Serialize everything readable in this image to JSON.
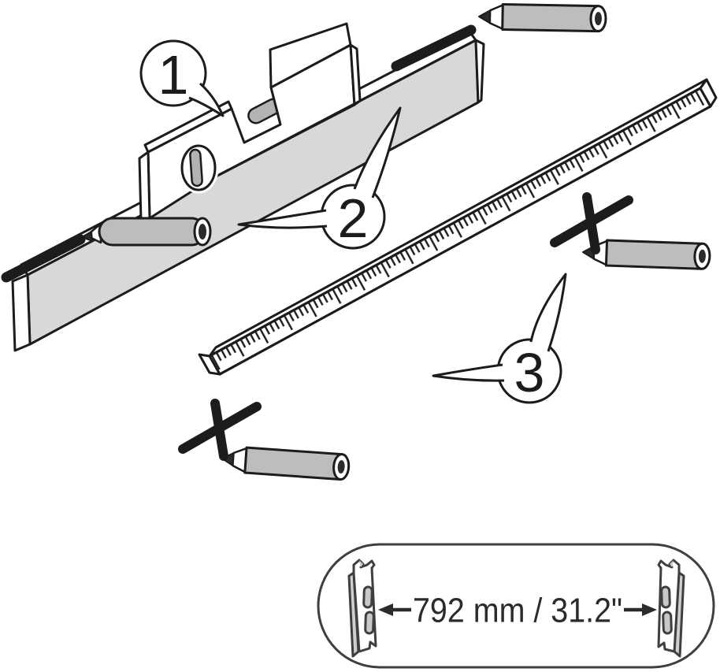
{
  "diagram": {
    "type": "assembly-instruction",
    "background": "#ffffff",
    "stroke_color": "#1c1c1c",
    "fills": {
      "rail_gray": "#d8d8d8",
      "pencil_gray": "#bdbdbd",
      "vial_gray": "#b3b3b3",
      "slot_gray": "#c9c9c9"
    },
    "callouts": [
      {
        "label": "1"
      },
      {
        "label": "2"
      },
      {
        "label": "3"
      }
    ],
    "measurement": {
      "label": "792 mm / 31.2\""
    }
  }
}
